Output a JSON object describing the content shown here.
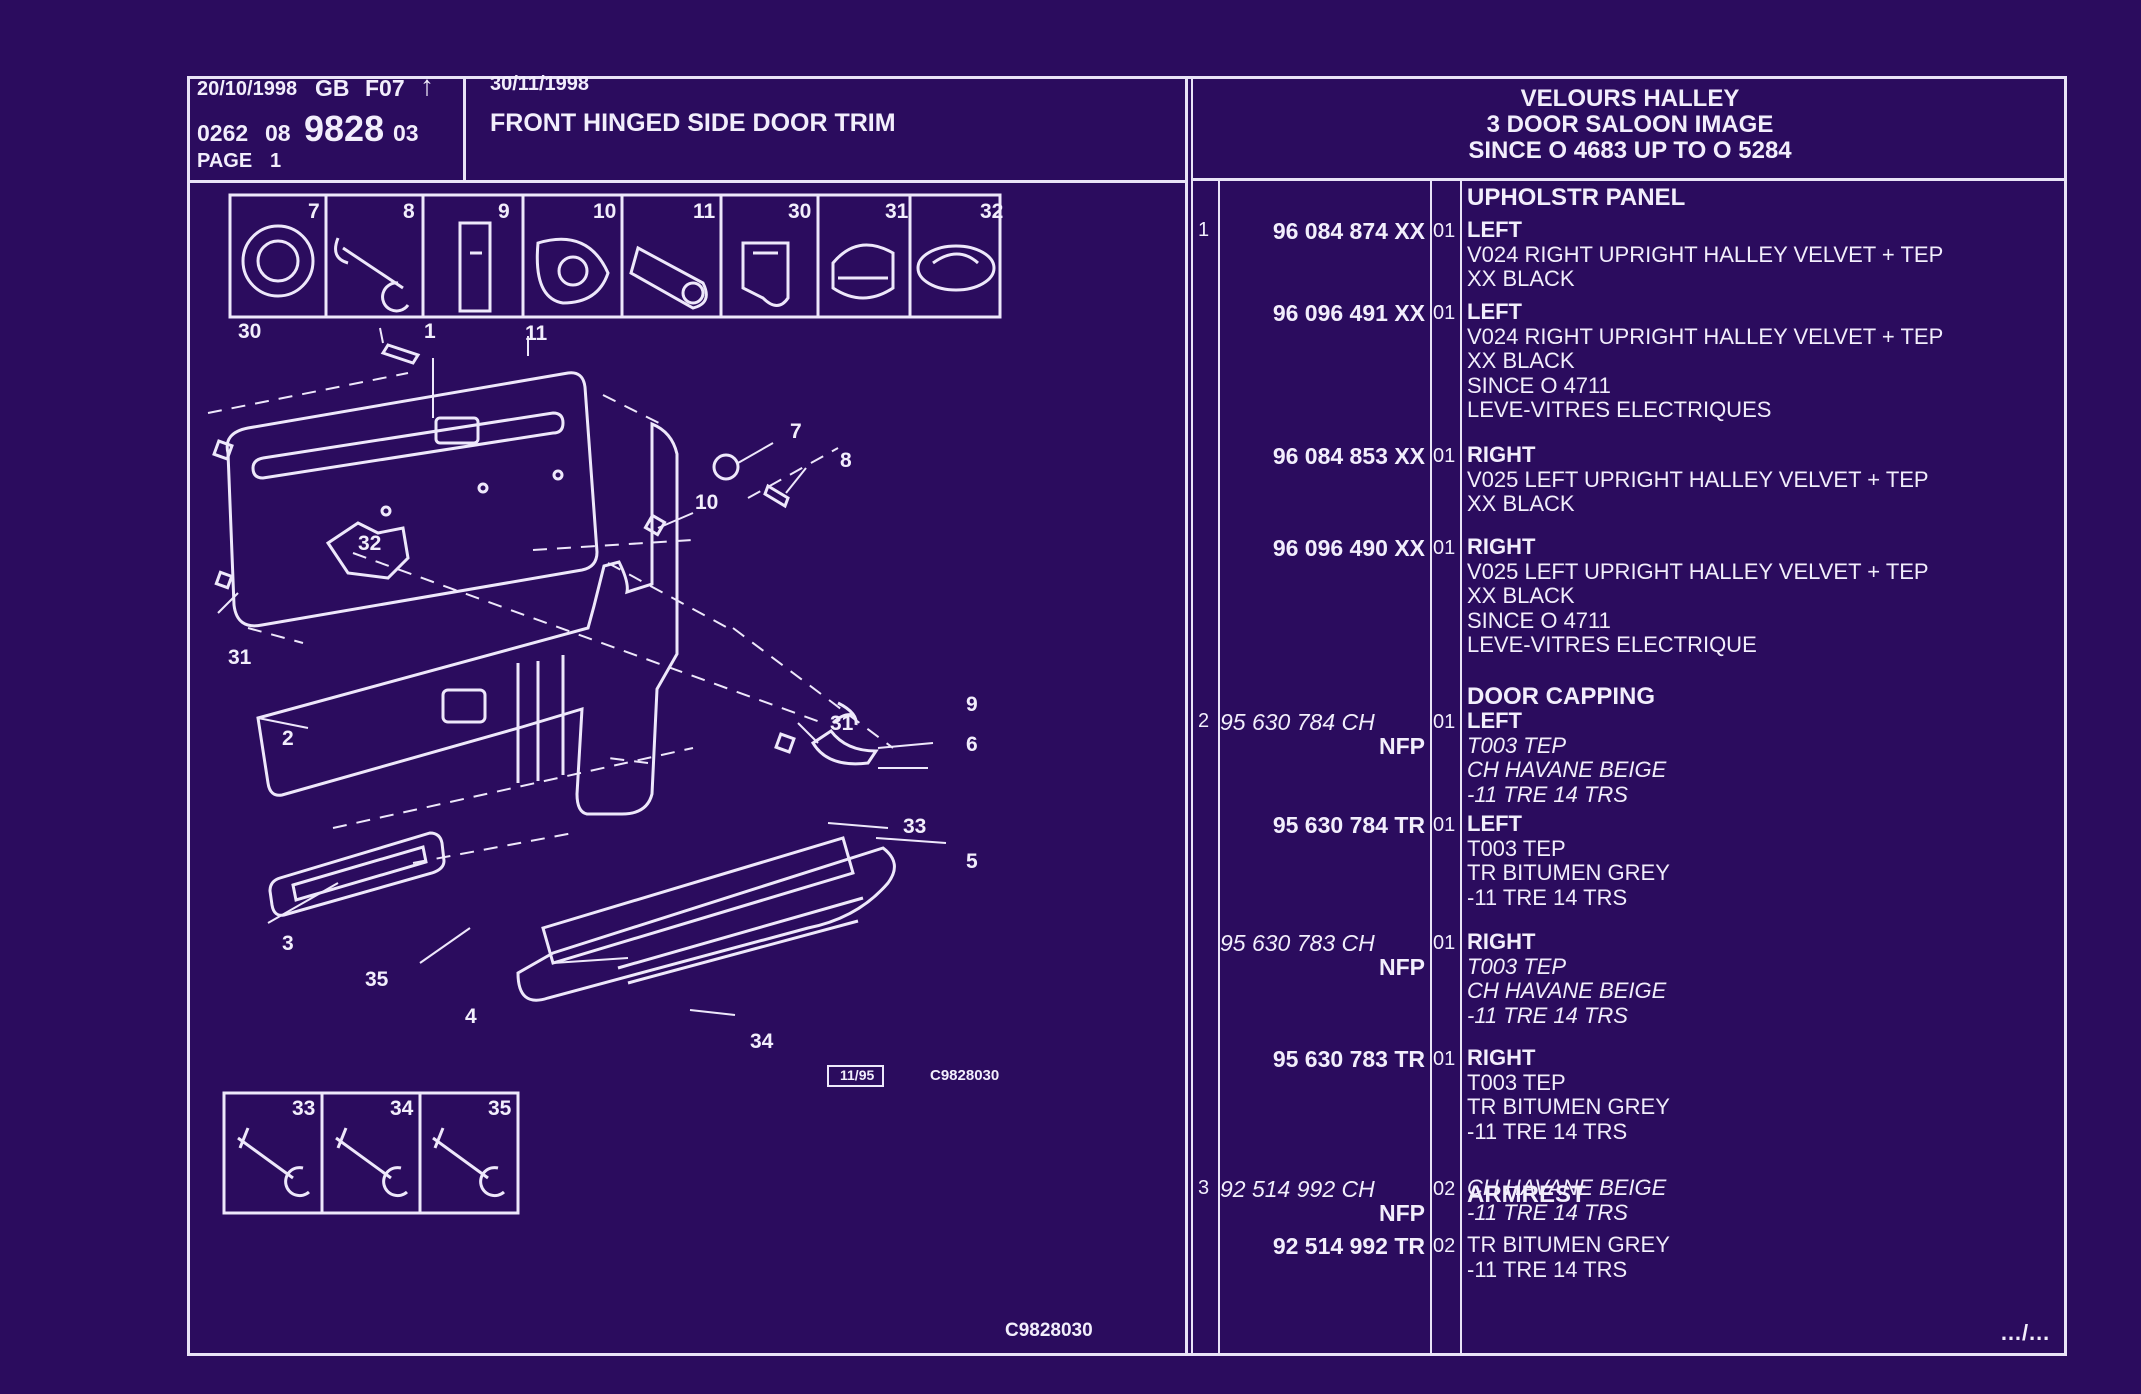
{
  "header": {
    "date1": "20/10/1998",
    "country": "GB",
    "code": "F07",
    "arrow": "↑",
    "ref_a": "0262",
    "ref_b": "08",
    "ref_main": "9828",
    "ref_c": "03",
    "page_label": "PAGE",
    "page_num": "1",
    "date2": "30/11/1998",
    "title": "FRONT HINGED SIDE DOOR TRIM"
  },
  "vehicle": {
    "line1": "VELOURS HALLEY",
    "line2": "3 DOOR SALOON IMAGE",
    "line3": "SINCE O  4683 UP  TO  O  5284"
  },
  "diagram": {
    "thumbs_top": [
      "7",
      "8",
      "9",
      "10",
      "11",
      "30",
      "31",
      "32"
    ],
    "thumbs_bottom": [
      "33",
      "34",
      "35"
    ],
    "callouts": [
      "30",
      "1",
      "11",
      "7",
      "8",
      "10",
      "32",
      "31",
      "9",
      "31",
      "6",
      "2",
      "33",
      "5",
      "3",
      "35",
      "4",
      "34"
    ],
    "stamp_date": "11/95",
    "stamp_code": "C9828030",
    "footer_code": "C9828030"
  },
  "parts": [
    {
      "item": "1",
      "part": "96 084 874 XX",
      "nfp": "",
      "qty": "01",
      "section": "UPHOLSTR PANEL",
      "head": "LEFT",
      "lines": [
        "V024 RIGHT UPRIGHT HALLEY VELVET  +  TEP",
        "XX BLACK"
      ]
    },
    {
      "item": "",
      "part": "96 096 491 XX",
      "nfp": "",
      "qty": "01",
      "section": "",
      "head": "LEFT",
      "lines": [
        "V024 RIGHT UPRIGHT HALLEY VELVET  +  TEP",
        "XX BLACK",
        "SINCE  O  4711",
        "LEVE-VITRES ELECTRIQUES"
      ]
    },
    {
      "item": "",
      "part": "96 084 853 XX",
      "nfp": "",
      "qty": "01",
      "section": "",
      "head": "RIGHT",
      "lines": [
        "V025 LEFT UPRIGHT HALLEY VELVET  +  TEP",
        "XX BLACK"
      ]
    },
    {
      "item": "",
      "part": "96 096 490 XX",
      "nfp": "",
      "qty": "01",
      "section": "",
      "head": "RIGHT",
      "lines": [
        "V025 LEFT UPRIGHT HALLEY VELVET  +  TEP",
        "XX BLACK",
        "SINCE  O  4711",
        "LEVE-VITRES ELECTRIQUE"
      ]
    },
    {
      "item": "2",
      "part": "95 630 784 CH",
      "nfp": "NFP",
      "qty": "01",
      "section": "DOOR CAPPING",
      "head": "LEFT",
      "lines": [
        "T003 TEP",
        "CH HAVANE BEIGE",
        "-11 TRE 14 TRS"
      ]
    },
    {
      "item": "",
      "part": "95 630 784 TR",
      "nfp": "",
      "qty": "01",
      "section": "",
      "head": "LEFT",
      "lines": [
        "T003 TEP",
        "TR BITUMEN GREY",
        "-11 TRE 14 TRS"
      ]
    },
    {
      "item": "",
      "part": "95 630 783 CH",
      "nfp": "NFP",
      "qty": "01",
      "section": "",
      "head": "RIGHT",
      "lines": [
        "T003 TEP",
        "CH HAVANE BEIGE",
        "-11 TRE 14 TRS"
      ]
    },
    {
      "item": "",
      "part": "95 630 783 TR",
      "nfp": "",
      "qty": "01",
      "section": "",
      "head": "RIGHT",
      "lines": [
        "T003 TEP",
        "TR BITUMEN GREY",
        "-11 TRE 14 TRS"
      ]
    },
    {
      "item": "3",
      "part": "92 514 992 CH",
      "nfp": "NFP",
      "qty": "02",
      "section": "ARMREST",
      "head": "",
      "lines": [
        "CH HAVANE BEIGE",
        "-11 TRE 14 TRS"
      ]
    },
    {
      "item": "",
      "part": "92 514 992 TR",
      "nfp": "",
      "qty": "02",
      "section": "",
      "head": "",
      "lines": [
        "TR BITUMEN GREY",
        "-11 TRE 14 TRS"
      ]
    }
  ],
  "continued": "…/…"
}
